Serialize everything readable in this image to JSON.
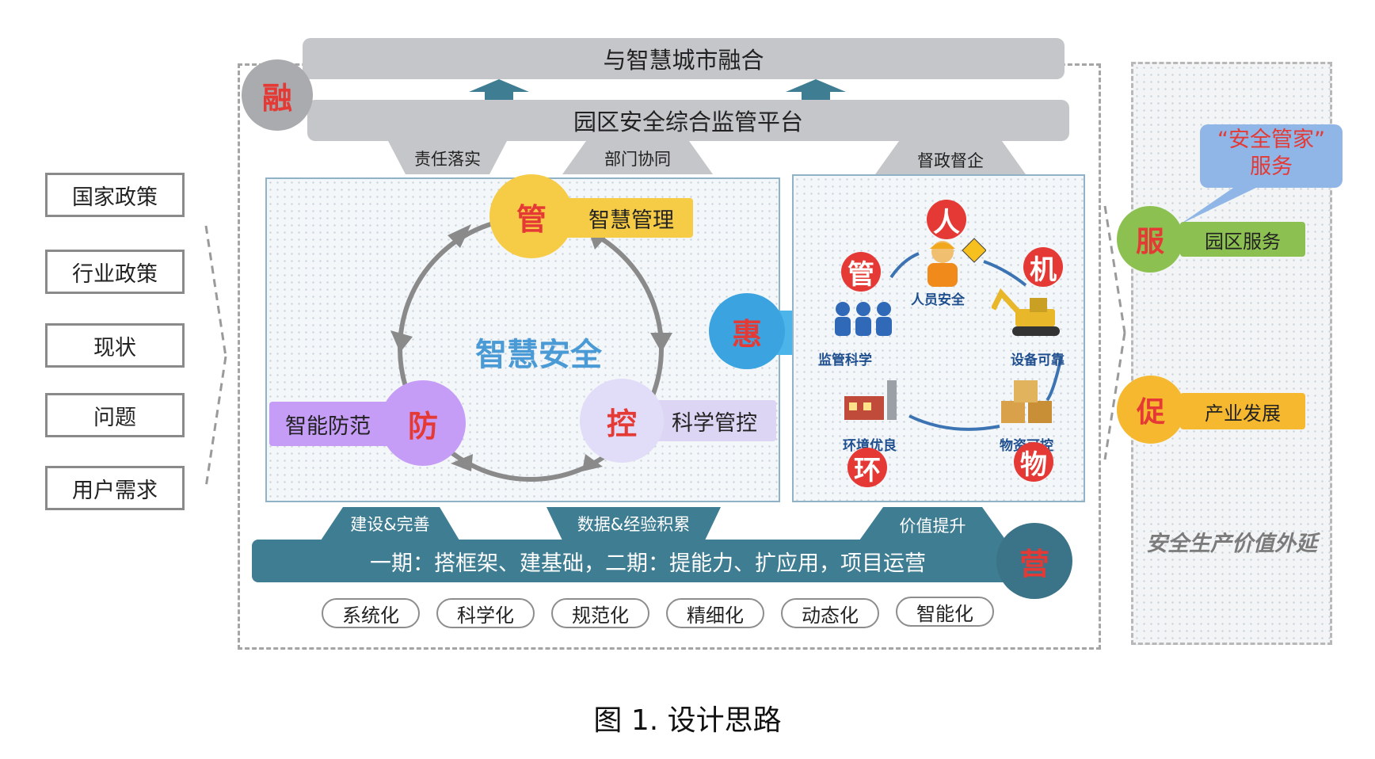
{
  "left_factors": [
    "国家政策",
    "行业政策",
    "现状",
    "问题",
    "用户需求"
  ],
  "top": {
    "integrate_bar": "与智慧城市融合",
    "platform_bar": "园区安全综合监管平台",
    "rong": "融",
    "connectors": [
      "责任落实",
      "部门协同",
      "督政督企"
    ]
  },
  "cycle": {
    "center": "智慧安全",
    "guan_char": "管",
    "guan_label": "智慧管理",
    "fang_char": "防",
    "fang_label": "智能防范",
    "kong_char": "控",
    "kong_label": "科学管控"
  },
  "hui": "惠",
  "elements": {
    "ren": "人",
    "ren_label": "人员安全",
    "guan": "管",
    "guan_label": "监管科学",
    "ji": "机",
    "ji_label": "设备可靠",
    "huan": "环",
    "huan_label": "环境优良",
    "wu": "物",
    "wu_label": "物资可控"
  },
  "bottom": {
    "connectors": [
      "建设&完善",
      "数据&经验积累",
      "价值提升"
    ],
    "bar": "一期：搭框架、建基础，二期：提能力、扩应用，项目运营",
    "ying": "营",
    "pills": [
      "系统化",
      "科学化",
      "规范化",
      "精细化",
      "动态化",
      "智能化"
    ]
  },
  "right": {
    "bubble_line1": "“安全管家”",
    "bubble_line2": "服务",
    "fu": "服",
    "fu_label": "园区服务",
    "cu": "促",
    "cu_label": "产业发展",
    "extension": "安全生产价值外延"
  },
  "caption": "图 1.  设计思路",
  "colors": {
    "gray_bar": "#c4c6c9",
    "teal": "#3f7d92",
    "yellow": "#f6cb45",
    "purple": "#c59df7",
    "blue": "#3aa3e0",
    "red": "#e53935",
    "green": "#8cc152",
    "orange": "#f5b82e"
  }
}
